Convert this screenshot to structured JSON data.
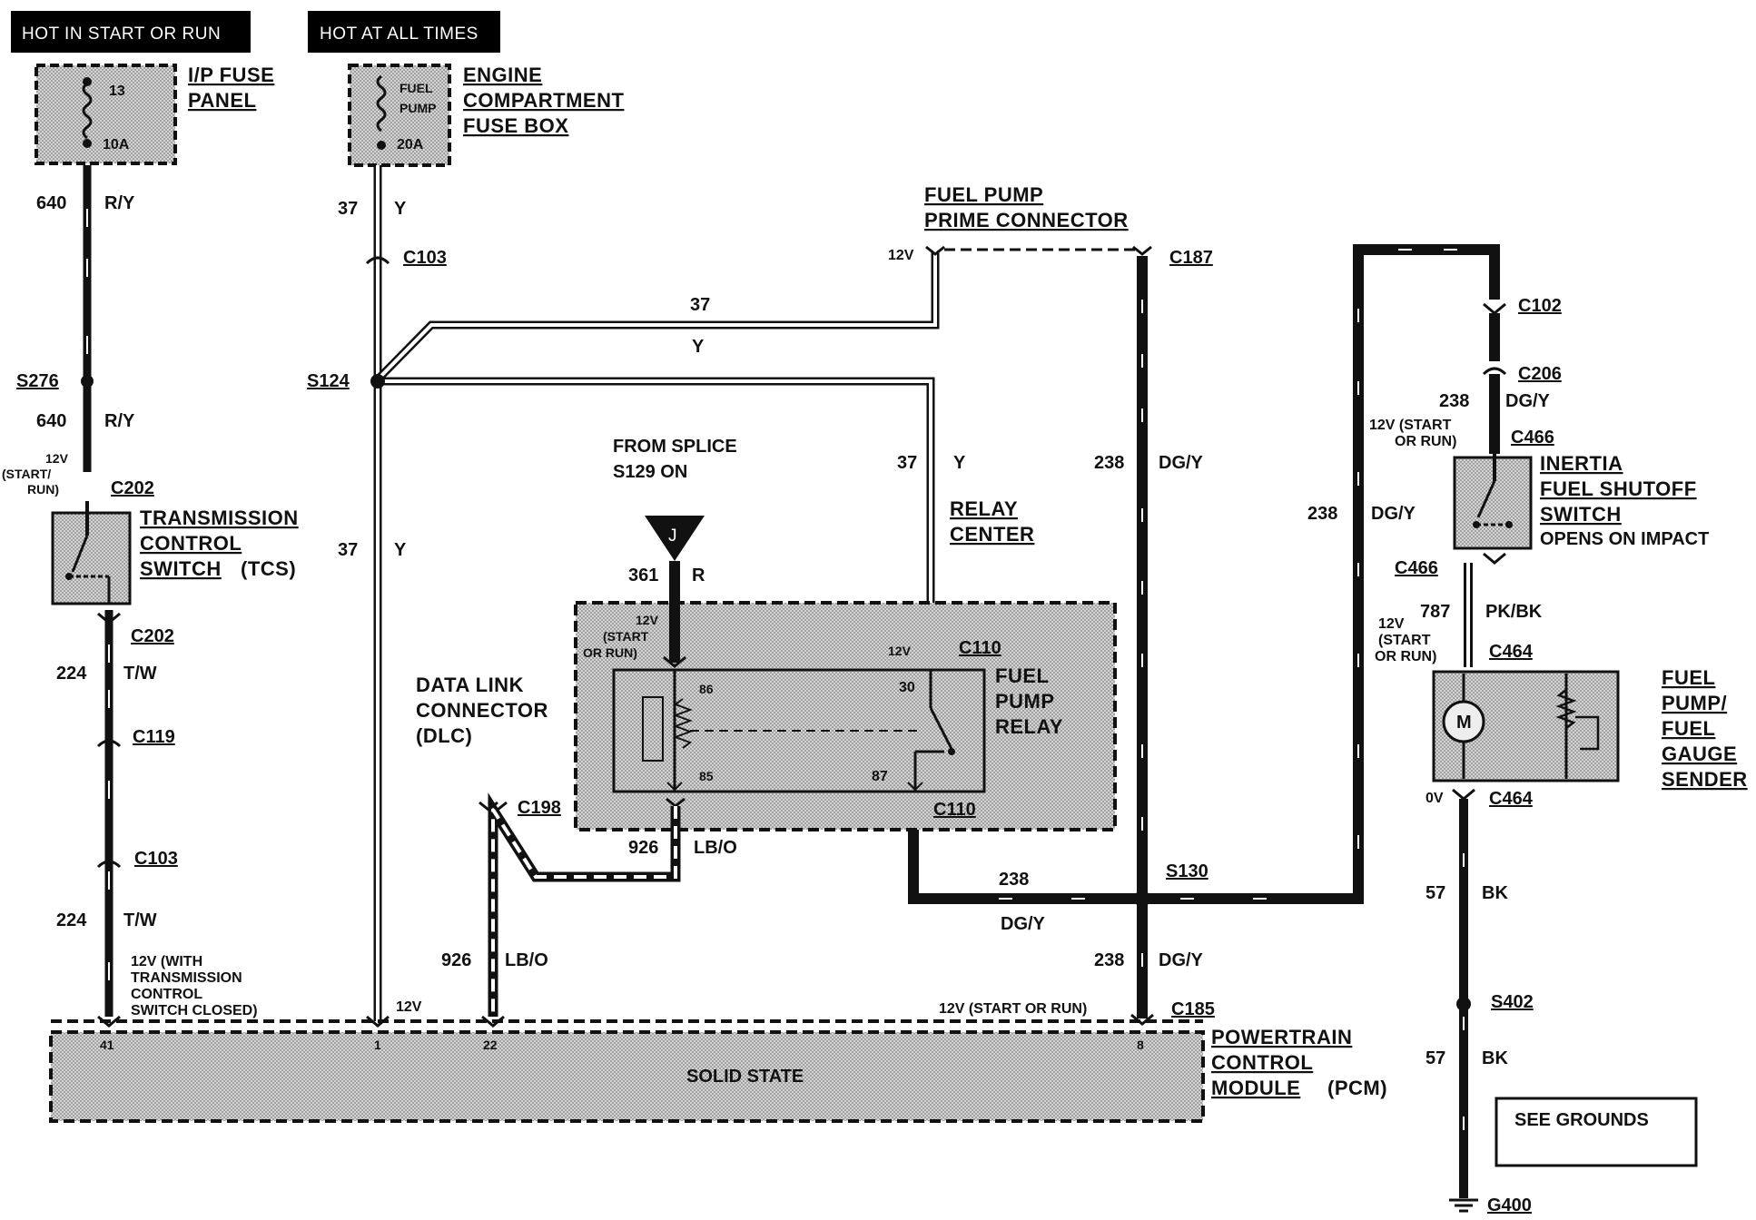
{
  "headers": {
    "left": "HOT IN START OR RUN",
    "right": "HOT AT ALL TIMES"
  },
  "ip_fuse": {
    "name1": "I/P FUSE",
    "name2": "PANEL",
    "num": "13",
    "amp": "10A"
  },
  "ecfb": {
    "name1": "ENGINE",
    "name2": "COMPARTMENT",
    "name3": "FUSE BOX",
    "f1": "FUEL",
    "f2": "PUMP",
    "amp": "20A"
  },
  "wires": {
    "w640a_num": "640",
    "w640a_col": "R/Y",
    "w640b_num": "640",
    "w640b_col": "R/Y",
    "w37a_num": "37",
    "w37a_col": "Y",
    "w37b_num": "37",
    "w37b_col": "Y",
    "w37c_num": "37",
    "w37c_col": "Y",
    "w37d_num": "37",
    "w37d_col": "Y",
    "w224a_num": "224",
    "w224a_col": "T/W",
    "w224b_num": "224",
    "w224b_col": "T/W",
    "w361_num": "361",
    "w361_col": "R",
    "w926a_num": "926",
    "w926a_col": "LB/O",
    "w926b_num": "926",
    "w926b_col": "LB/O",
    "w238a_num": "238",
    "w238a_col": "DG/Y",
    "w238b_num": "238",
    "w238b_col": "DG/Y",
    "w238c_num": "238",
    "w238c_col": "DG/Y",
    "w238d_num": "238",
    "w238d_col": "DG/Y",
    "w238e_num": "238",
    "w238e_col": "DG/Y",
    "w787_num": "787",
    "w787_col": "PK/BK",
    "w57a_num": "57",
    "w57a_col": "BK",
    "w57b_num": "57",
    "w57b_col": "BK"
  },
  "connectors": {
    "c103a": "C103",
    "c103b": "C103",
    "c187": "C187",
    "c102": "C102",
    "c206": "C206",
    "c466a": "C466",
    "c466b": "C466",
    "c202a": "C202",
    "c202b": "C202",
    "c119": "C119",
    "c110a": "C110",
    "c110b": "C110",
    "c198": "C198",
    "c185": "C185",
    "c464a": "C464",
    "c464b": "C464"
  },
  "splices": {
    "s276": "S276",
    "s124": "S124",
    "s130": "S130",
    "s402": "S402",
    "g400": "G400"
  },
  "fpp": {
    "l1": "FUEL PUMP",
    "l2": "PRIME CONNECTOR",
    "v": "12V"
  },
  "tcs": {
    "l1": "TRANSMISSION",
    "l2": "CONTROL",
    "l3": "SWITCH",
    "l3b": "(TCS)",
    "v1": "12V",
    "v2": "(START/",
    "v3": "RUN)"
  },
  "splice_from": {
    "l1": "FROM SPLICE",
    "l2": "S129 ON",
    "letter": "J"
  },
  "relay_center": {
    "l1": "RELAY",
    "l2": "CENTER"
  },
  "relay": {
    "l1": "FUEL",
    "l2": "PUMP",
    "l3": "RELAY",
    "pin86": "86",
    "pin85": "85",
    "pin30": "30",
    "pin87": "87",
    "v1": "12V",
    "v2": "(START",
    "v3": "OR RUN)",
    "v4": "12V"
  },
  "dlc": {
    "l1": "DATA LINK",
    "l2": "CONNECTOR",
    "l3": "(DLC)"
  },
  "inertia": {
    "l1": "INERTIA",
    "l2": "FUEL SHUTOFF",
    "l3": "SWITCH",
    "l4": "OPENS ON IMPACT",
    "v1": "12V (START",
    "v2": "OR RUN)"
  },
  "pump": {
    "l1": "FUEL",
    "l2": "PUMP/",
    "l3": "FUEL",
    "l4": "GAUGE",
    "l5": "SENDER",
    "motor": "M",
    "v1": "12V",
    "v2": "(START",
    "v3": "OR RUN)",
    "v0": "0V"
  },
  "pcm": {
    "l1": "POWERTRAIN",
    "l2": "CONTROL",
    "l3": "MODULE",
    "l3b": "(PCM)",
    "center": "SOLID STATE",
    "p41": "41",
    "p1": "1",
    "p22": "22",
    "p8": "8",
    "v_tcs1": "12V (WITH",
    "v_tcs2": "TRANSMISSION",
    "v_tcs3": "CONTROL",
    "v_tcs4": "SWITCH CLOSED)",
    "v_p1": "12V",
    "v_p8": "12V (START OR RUN)"
  },
  "see_grounds": "SEE GROUNDS"
}
